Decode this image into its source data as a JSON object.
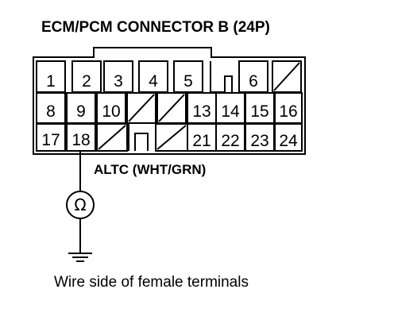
{
  "diagram": {
    "title": "ECM/PCM CONNECTOR B (24P)",
    "wire_label": "ALTC (WHT/GRN)",
    "caption": "Wire side of female terminals",
    "ohmmeter_symbol": "Ω",
    "probed_terminal": "18"
  },
  "connector": {
    "rows": [
      [
        "1",
        "2",
        "3",
        "4",
        "5",
        "",
        "6",
        ""
      ],
      [
        "8",
        "9",
        "10",
        "",
        "",
        "13",
        "14",
        "15",
        "16"
      ],
      [
        "17",
        "18",
        "",
        "",
        "",
        "21",
        "22",
        "23",
        "24"
      ]
    ],
    "empty_cavities": [
      "7",
      "11",
      "12",
      "19",
      "20"
    ]
  }
}
